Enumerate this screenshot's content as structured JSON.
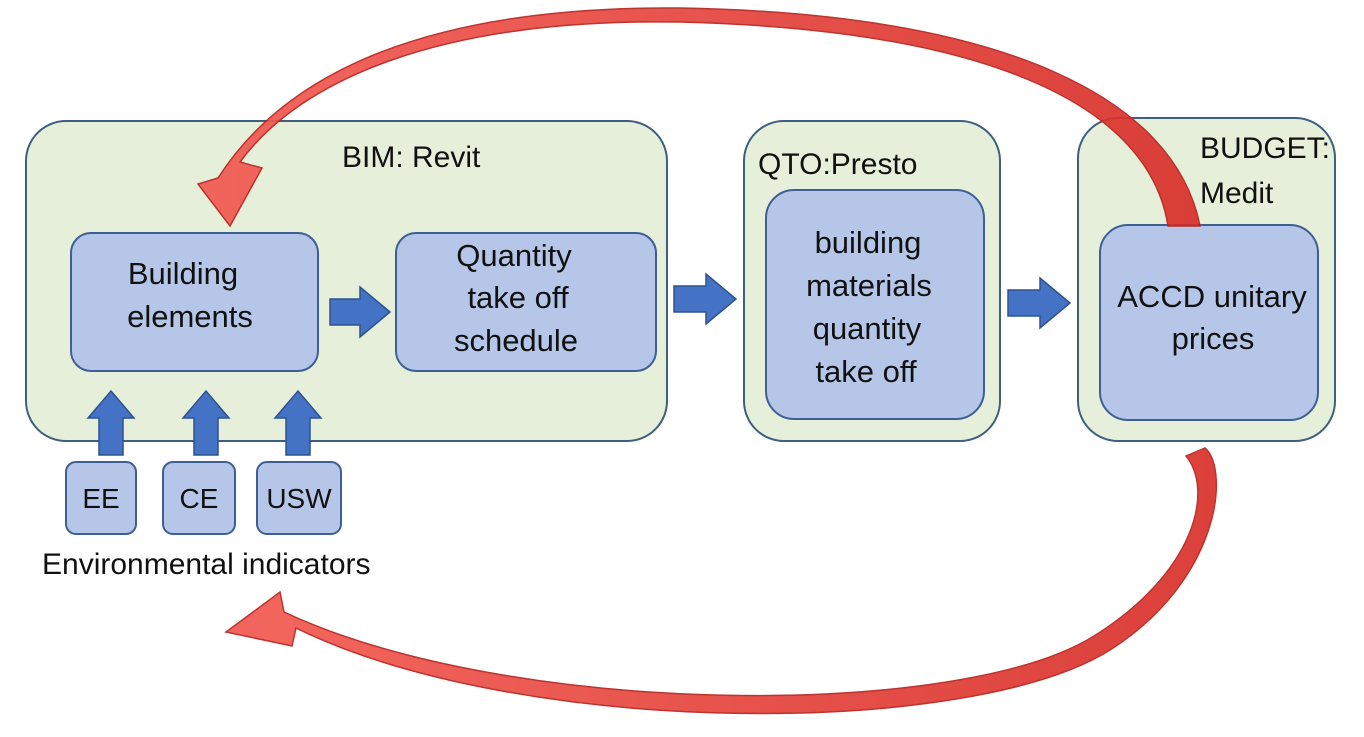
{
  "groups": {
    "bim": {
      "label": "BIM: Revit"
    },
    "qto": {
      "label": "QTO:Presto"
    },
    "budget": {
      "label_lines": [
        "BUDGET:",
        "Medit"
      ]
    }
  },
  "boxes": {
    "building_elements": {
      "lines": [
        "Building",
        "elements"
      ]
    },
    "quantity_takeoff_schedule": {
      "lines": [
        "Quantity",
        "take off",
        "schedule"
      ]
    },
    "building_materials_qto": {
      "lines": [
        "building",
        "materials",
        "quantity",
        "take off"
      ]
    },
    "accd_unitary_prices": {
      "lines": [
        "ACCD unitary",
        "prices"
      ]
    }
  },
  "indicators": {
    "items": [
      "EE",
      "CE",
      "USW"
    ],
    "caption": "Environmental indicators"
  },
  "colors": {
    "group_fill": "#e6efd9",
    "group_stroke": "#3f5f7f",
    "box_fill": "#b6c6e8",
    "box_stroke": "#3e5f95",
    "flow_arrow": "#4472c4",
    "feedback_arrow": "#e8413a"
  }
}
